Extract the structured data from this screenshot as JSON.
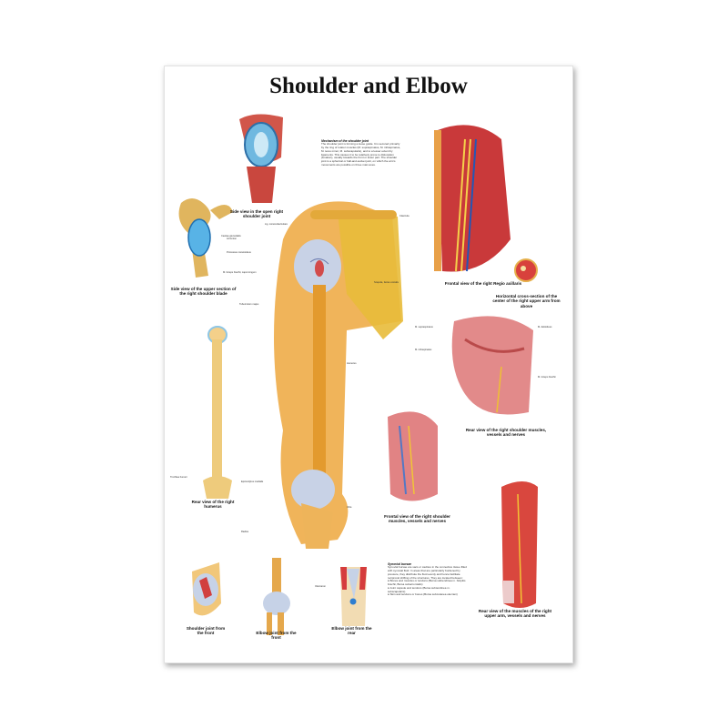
{
  "title": "Shoulder and Elbow",
  "captions": {
    "open_joint": "Side view in the open right shoulder joint",
    "scapula_side": "Side view of the upper section of the right shoulder blade",
    "axillaris": "Frontal view of the right Regio axillaris",
    "cross_section": "Horizontal cross-section of the center of the right upper arm from above",
    "rear_shoulder": "Rear view of the right shoulder muscles, vessels and nerves",
    "humerus_rear": "Rear view of the right humerus",
    "frontal_shoulder": "Frontal view of the right shoulder muscles, vessels and nerves",
    "rear_arm": "Rear view of the muscles of the right upper arm, vessels and nerves",
    "shoulder_joint_front": "Shoulder joint from the front",
    "elbow_front": "Elbow joint from the front",
    "elbow_rear": "Elbow joint from the rear"
  },
  "texts": {
    "mechanism_title": "Mechanism of the shoulder joint",
    "mechanism_body": "The shoulder joint is forming a loose guide. It is secured primarily by the ring of rotator muscles (M. supraspinatus, M. infraspinatus, M. teres minor, M. subscapularis), and to a lesser extent by ligaments. This causes it to be relatively prone to dislocation (luxation), usually towards the front or lower part. The shoulder joint is a spherical or ball-and-socket joint, on which the arm's movements are possible on three main axes.",
    "bursae_title": "Synovial bursae",
    "bursae_body": "Synovial bursae are sacs or cavities in the connective tissue filled with synovial fluid. In areas that are particularly burdened by pressure, they distribute the fluid evenly and hence facilitate reciprocal shifting of the structures. They are located between:",
    "bursae_items": [
      "Bones and muscles or tendons (Bursa subtendinea m. bicipitis brachii, Bursa subacromialis)",
      "Joint capsule and tendons (Bursa subtendinea m. subscapularis)",
      "Skin and tendons or bones (Bursa subcutanea olecrani)"
    ]
  },
  "labels": {
    "clavicula": "Clavicula",
    "acromion": "Acromion",
    "coracoid": "Processus coracoideus",
    "humerus": "Humerus",
    "scapula_costalis": "Scapula, facies costalis",
    "radius": "Radius",
    "ulna": "Ulna",
    "tuberculum": "Tuberculum majus",
    "lig_cc": "Lig. coracoclaviculare",
    "trochlea": "Trochlea humeri",
    "olecranon": "Olecranon",
    "deltoideus": "M. deltoideus",
    "triceps": "M. triceps brachii",
    "supra": "M. supraspinatus",
    "infra": "M. infraspinatus",
    "cavitas": "Cavitas glenoidalis",
    "biceps": "M. biceps brachii, caput longum",
    "epicondyle": "Epicondylus medialis"
  }
}
